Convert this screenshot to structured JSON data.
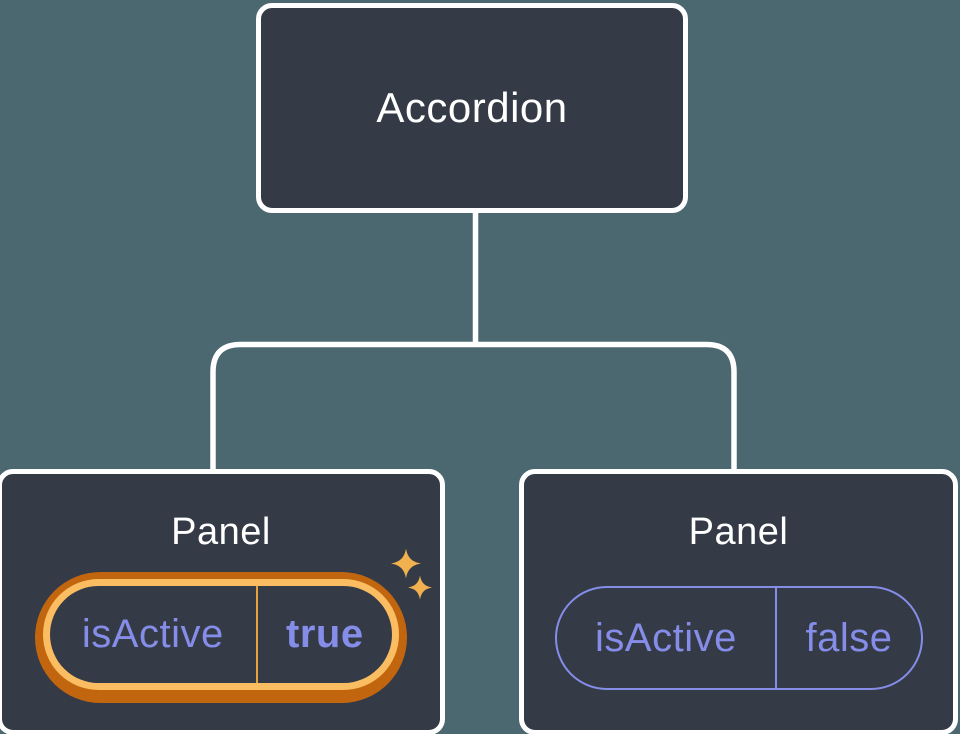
{
  "canvas": {
    "background_color": "#4B6770"
  },
  "colors": {
    "node_fill": "#343A46",
    "node_border": "#FFFFFF",
    "connector": "#FFFFFF",
    "state_text_purple": "#858DE8",
    "glow_ring_dark_orange": "#C1660F",
    "glow_ring_gold": "#FABD62",
    "glow_divider_gold": "#E9A23B",
    "sparkle_gold": "#F2B14F"
  },
  "tree": {
    "root": {
      "label": "Accordion"
    },
    "children": [
      {
        "label": "Panel",
        "prop_name": "isActive",
        "prop_value": "true",
        "highlighted": true
      },
      {
        "label": "Panel",
        "prop_name": "isActive",
        "prop_value": "false",
        "highlighted": false
      }
    ]
  },
  "icons": {
    "sparkles": "sparkles-icon"
  }
}
